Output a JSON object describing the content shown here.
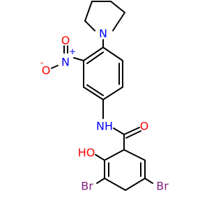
{
  "labels": {
    "pyrrolidine_n": "N",
    "nitro_n": "N",
    "nitro_charge": "+",
    "nitro_o_minus": "O",
    "nitro_o_minus_charge": "-",
    "nitro_o": "O",
    "amide_nh": "NH",
    "amide_o": "O",
    "hydroxyl": "HO",
    "bromine_left": "Br",
    "bromine_right": "Br"
  },
  "colors": {
    "bond": "#000000",
    "nitrogen": "#0000ff",
    "oxygen": "#ff0000",
    "bromine": "#7f1f7f"
  }
}
